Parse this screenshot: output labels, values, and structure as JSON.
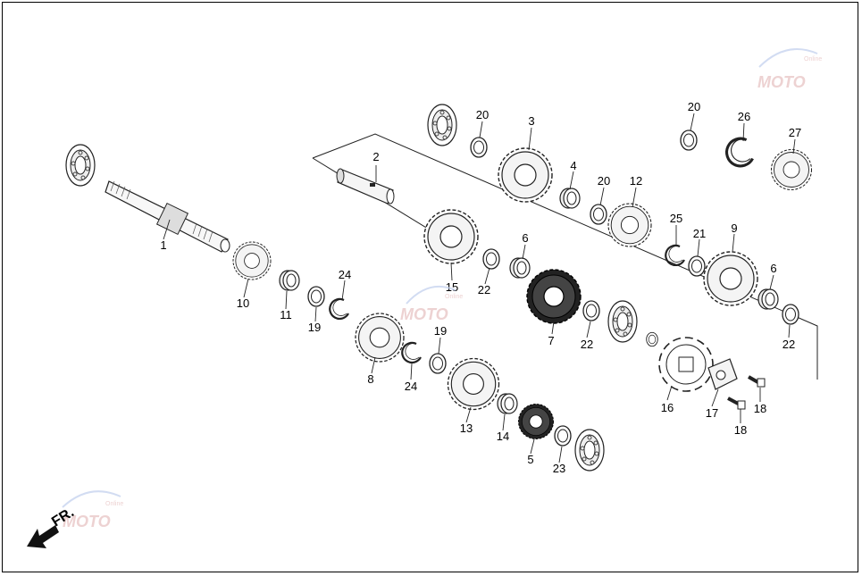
{
  "diagram": {
    "direction_label": "FR.",
    "watermark_text": "MOTO",
    "watermark_subtext": "Online",
    "callouts": [
      {
        "id": "c1",
        "text": "1"
      },
      {
        "id": "c2",
        "text": "2"
      },
      {
        "id": "c3",
        "text": "3"
      },
      {
        "id": "c4",
        "text": "4"
      },
      {
        "id": "c5",
        "text": "5"
      },
      {
        "id": "c6a",
        "text": "6"
      },
      {
        "id": "c6b",
        "text": "6"
      },
      {
        "id": "c7",
        "text": "7"
      },
      {
        "id": "c8",
        "text": "8"
      },
      {
        "id": "c9",
        "text": "9"
      },
      {
        "id": "c10",
        "text": "10"
      },
      {
        "id": "c11",
        "text": "11"
      },
      {
        "id": "c12",
        "text": "12"
      },
      {
        "id": "c13",
        "text": "13"
      },
      {
        "id": "c14",
        "text": "14"
      },
      {
        "id": "c15",
        "text": "15"
      },
      {
        "id": "c16",
        "text": "16"
      },
      {
        "id": "c17",
        "text": "17"
      },
      {
        "id": "c18a",
        "text": "18"
      },
      {
        "id": "c18b",
        "text": "18"
      },
      {
        "id": "c19a",
        "text": "19"
      },
      {
        "id": "c19b",
        "text": "19"
      },
      {
        "id": "c20a",
        "text": "20"
      },
      {
        "id": "c20b",
        "text": "20"
      },
      {
        "id": "c20c",
        "text": "20"
      },
      {
        "id": "c21",
        "text": "21"
      },
      {
        "id": "c22a",
        "text": "22"
      },
      {
        "id": "c22b",
        "text": "22"
      },
      {
        "id": "c22c",
        "text": "22"
      },
      {
        "id": "c23",
        "text": "23"
      },
      {
        "id": "c24a",
        "text": "24"
      },
      {
        "id": "c24b",
        "text": "24"
      },
      {
        "id": "c25",
        "text": "25"
      },
      {
        "id": "c26",
        "text": "26"
      },
      {
        "id": "c27",
        "text": "27"
      }
    ]
  }
}
